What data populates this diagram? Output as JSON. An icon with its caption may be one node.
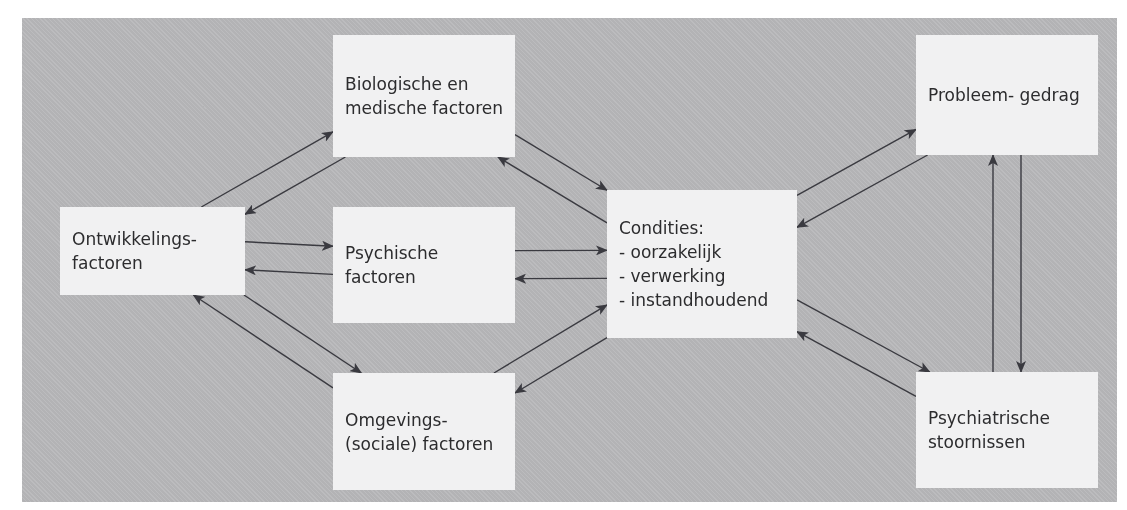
{
  "diagram": {
    "nodes": [
      {
        "text": [
          "Ontwikkelings- factoren"
        ]
      },
      {
        "text": [
          "Biologische en medische factoren"
        ]
      },
      {
        "text": [
          "Psychische factoren"
        ]
      },
      {
        "text": [
          "Omgevings- (sociale) factoren"
        ]
      },
      {
        "text": [
          "Condities:",
          "- oorzakelijk",
          "- verwerking",
          "- instandhoudend"
        ]
      },
      {
        "text": [
          "Probleem- gedrag"
        ]
      },
      {
        "text": [
          "Psychiatrische stoornissen"
        ]
      }
    ],
    "edges": [
      {
        "from": 0,
        "to": 1,
        "arrow": "to"
      },
      {
        "from": 1,
        "to": 0,
        "arrow": "to"
      },
      {
        "from": 0,
        "to": 2,
        "arrow": "to"
      },
      {
        "from": 2,
        "to": 0,
        "arrow": "to"
      },
      {
        "from": 0,
        "to": 3,
        "arrow": "to"
      },
      {
        "from": 3,
        "to": 0,
        "arrow": "to"
      },
      {
        "from": 1,
        "to": 4,
        "arrow": "to"
      },
      {
        "from": 4,
        "to": 1,
        "arrow": "to"
      },
      {
        "from": 2,
        "to": 4,
        "arrow": "to"
      },
      {
        "from": 4,
        "to": 2,
        "arrow": "to"
      },
      {
        "from": 3,
        "to": 4,
        "arrow": "to"
      },
      {
        "from": 4,
        "to": 3,
        "arrow": "to"
      },
      {
        "from": 4,
        "to": 5,
        "arrow": "to"
      },
      {
        "from": 5,
        "to": 4,
        "arrow": "to"
      },
      {
        "from": 4,
        "to": 6,
        "arrow": "to"
      },
      {
        "from": 6,
        "to": 4,
        "arrow": "to"
      },
      {
        "from": 6,
        "to": 5,
        "arrow": "to"
      },
      {
        "from": 5,
        "to": 6,
        "arrow": "to"
      }
    ]
  }
}
